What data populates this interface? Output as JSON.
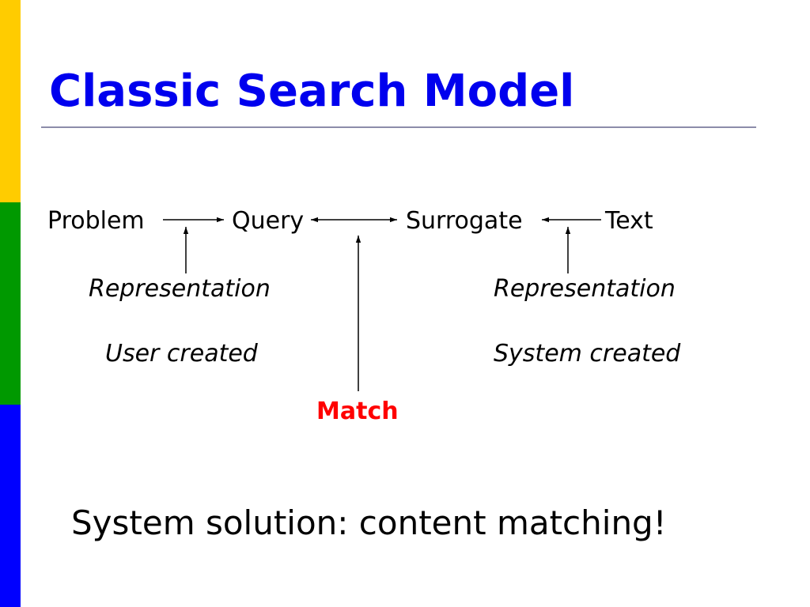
{
  "slide": {
    "title": "Classic Search Model",
    "accent_colors": {
      "title": "#0000ee",
      "match": "#ff0000",
      "side_bar": [
        "#ffcc00",
        "#009900",
        "#0000ff"
      ]
    }
  },
  "diagram": {
    "nodes": {
      "problem": "Problem",
      "query": "Query",
      "surrogate": "Surrogate",
      "text": "Text"
    },
    "labels": {
      "user_representation": "Representation",
      "user_created": "User created",
      "system_representation": "Representation",
      "system_created": "System created",
      "match": "Match"
    },
    "edges": [
      {
        "from": "problem",
        "to": "query",
        "direction": "forward"
      },
      {
        "from": "query",
        "to": "surrogate",
        "direction": "both"
      },
      {
        "from": "text",
        "to": "surrogate",
        "direction": "forward"
      }
    ]
  },
  "footer": {
    "statement": "System solution: content matching!"
  }
}
